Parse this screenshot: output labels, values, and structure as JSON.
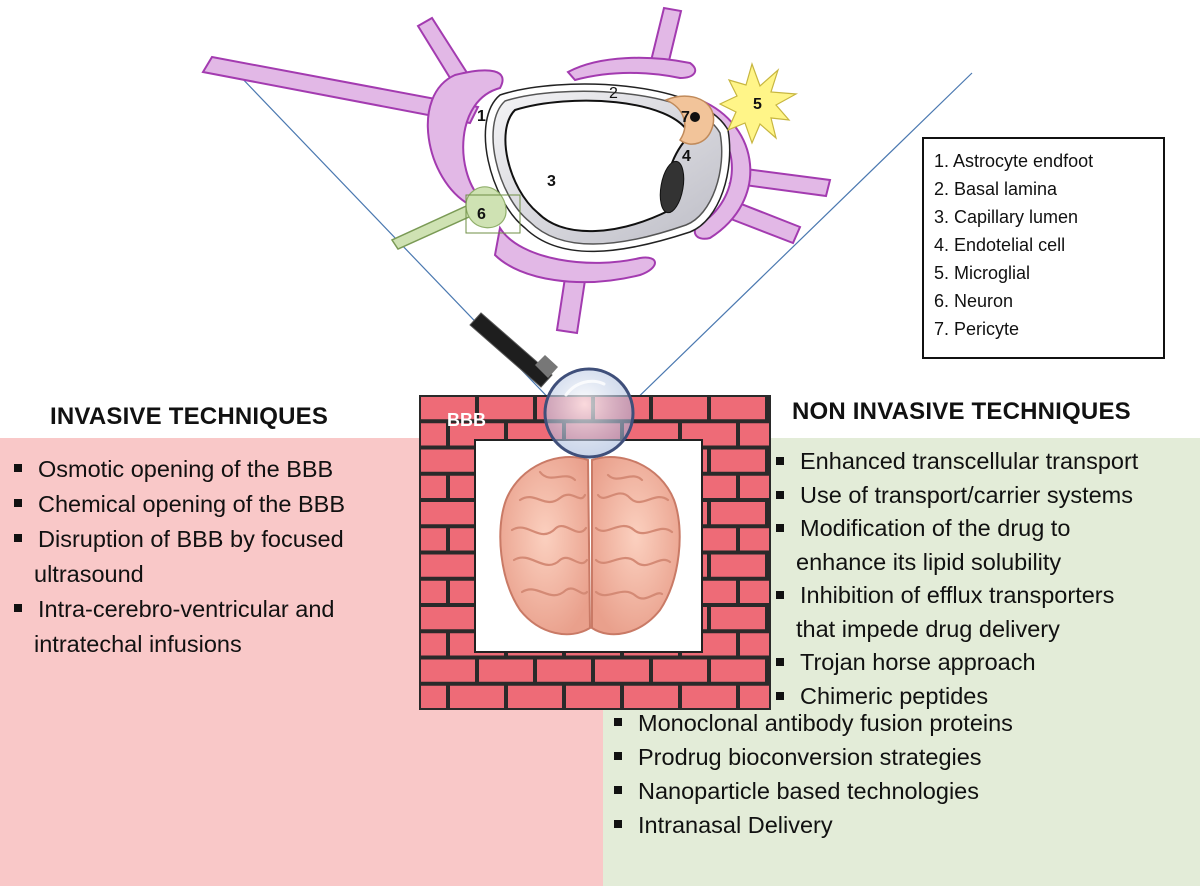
{
  "colors": {
    "invasive_bg": "#f9c8c8",
    "noninvasive_bg": "#e3ecd8",
    "brick": "#ee6b77",
    "mortar": "#2a2a2a",
    "astrocyte": "#e2b8e6",
    "astrocyte_stroke": "#a33bb0",
    "pericyte": "#f2c49a",
    "neuron": "#cfe2b3",
    "microglia": "#fff588"
  },
  "diagram": {
    "labels": {
      "astrocyte": "1",
      "basal_lamina": "2",
      "capillary_lumen": "3",
      "endothelial": "4",
      "microglia": "5",
      "neuron": "6",
      "pericyte": "7"
    },
    "bbb_label": "BBB",
    "icons": {
      "magnifier": "magnifier-icon",
      "brain": "brain-icon"
    }
  },
  "legend": {
    "items": [
      "1. Astrocyte endfoot",
      "2. Basal lamina",
      "3. Capillary lumen",
      "4. Endotelial cell",
      "5. Microglial",
      "6. Neuron",
      "7. Pericyte"
    ]
  },
  "invasive": {
    "heading": "INVASIVE TECHNIQUES",
    "items": [
      "Osmotic opening of the BBB",
      "Chemical opening of the BBB",
      "Disruption of BBB by focused",
      "ultrasound",
      "Intra-cerebro-ventricular and",
      "intratechal  infusions"
    ]
  },
  "noninvasive": {
    "heading": "NON INVASIVE TECHNIQUES",
    "items_a": [
      "Enhanced transcellular transport",
      "Use of transport/carrier systems",
      "Modification of the drug to",
      "enhance its lipid solubility",
      "Inhibition of efflux transporters",
      "that impede drug delivery",
      "Trojan horse approach",
      "Chimeric peptides"
    ],
    "items_b": [
      "Monoclonal antibody fusion proteins",
      "Prodrug bioconversion strategies",
      "Nanoparticle based technologies",
      "Intranasal Delivery"
    ]
  }
}
